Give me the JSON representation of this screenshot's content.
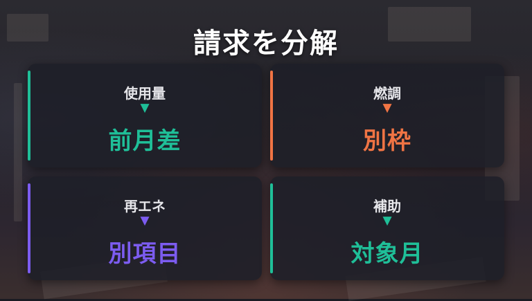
{
  "title": "請求を分解",
  "cards": [
    {
      "top": "使用量",
      "arrow": "▼",
      "bottom": "前月差",
      "accent": "#1fbf98"
    },
    {
      "top": "燃調",
      "arrow": "▼",
      "bottom": "別枠",
      "accent": "#f07444"
    },
    {
      "top": "再エネ",
      "arrow": "▼",
      "bottom": "別項目",
      "accent": "#7c5cf0"
    },
    {
      "top": "補助",
      "arrow": "▼",
      "bottom": "対象月",
      "accent": "#1fbf98"
    }
  ],
  "background": {
    "description_icon": "workshop-background-image"
  }
}
